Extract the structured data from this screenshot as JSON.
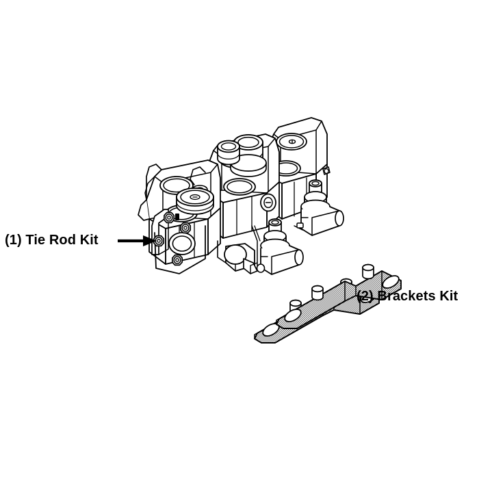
{
  "figure": {
    "kind": "exploded-parts-illustration",
    "subject": "hydraulic stacked control valve assembly",
    "background_color": "#ffffff",
    "line_color": "#000000",
    "fill_shading_color": "#b4b4b4"
  },
  "callouts": [
    {
      "id": "tie-rod-kit",
      "number": "(1)",
      "text": "(1) Tie Rod Kit",
      "leader": "arrow-right",
      "points_to": "tie-rod-nut-on-left-end-plate"
    },
    {
      "id": "brackets-kit",
      "number": "(2)",
      "text": "(2) Brackets Kit",
      "leader": "none",
      "points_to": "mounting-brackets"
    }
  ],
  "parts": {
    "valve_assembly": {
      "name": "stacked spool valve body",
      "sections": 3,
      "features": [
        "port openings",
        "spool caps",
        "relief valve cartridges",
        "hex tie rod nuts",
        "end plates"
      ]
    },
    "tie_rod_nuts": {
      "name": "tie rod nut",
      "count": 4
    },
    "brackets": {
      "name": "mounting bracket",
      "count": 2,
      "features": [
        "oval mounting hole",
        "cylindrical boss",
        "stippled shading"
      ]
    }
  }
}
